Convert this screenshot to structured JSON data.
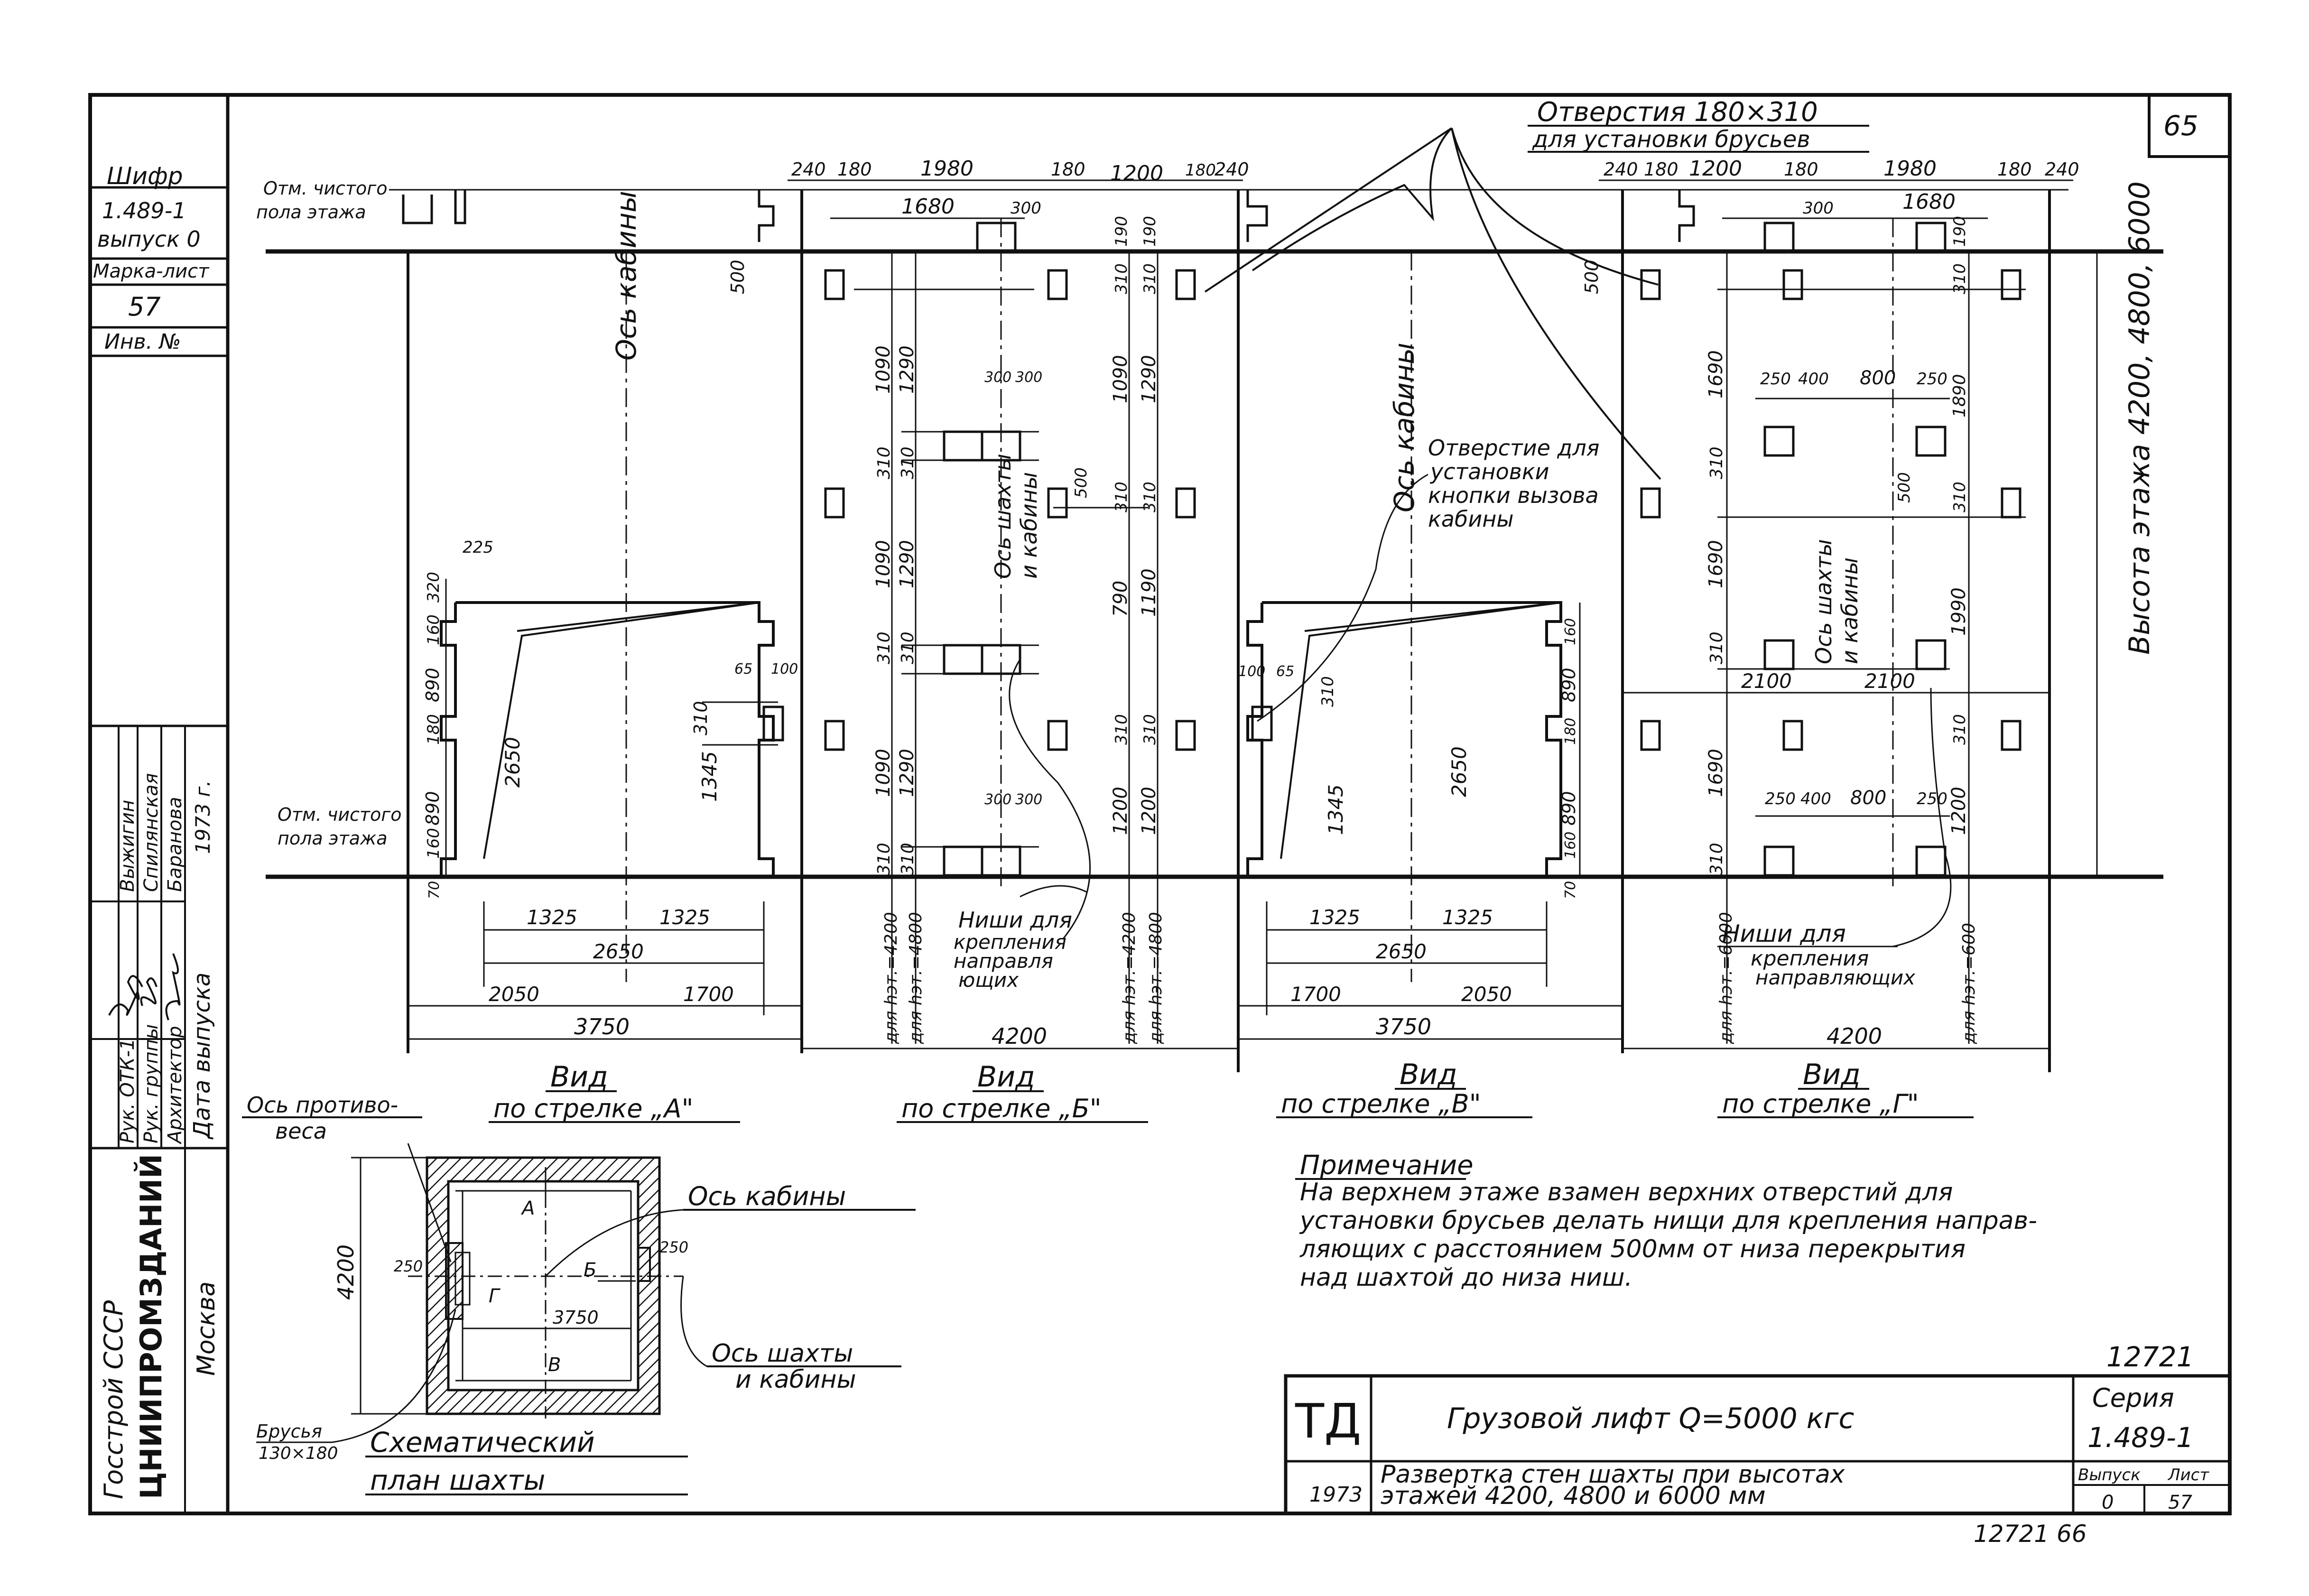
{
  "page_number": "65",
  "sidebar": {
    "code_label": "Шифр",
    "code": "1.489-1",
    "issue": "выпуск 0",
    "mark_sheet_label": "Марка-лист",
    "mark_sheet": "57",
    "inv_label": "Инв. №",
    "roles": [
      "Рук. ОТК-1",
      "Рук. группы",
      "Архитектор"
    ],
    "names": [
      "Выжигин",
      "Спилянская",
      "Баранова"
    ],
    "year": "1973 г.",
    "date_label": "Дата выпуска",
    "org_line1": "Госстрой СССР",
    "org_line2": "ЦНИИПРОМЗДАНИЙ",
    "org_city": "Москва"
  },
  "top_labels": {
    "holes_title": "Отверстия 180×310",
    "holes_sub": "для установки брусьев",
    "floor_mark_top": [
      "Отм. чистого",
      "пола этажа"
    ],
    "floor_mark_bottom": [
      "Отм. чистого",
      "пола этажа"
    ]
  },
  "top_dims": {
    "left": [
      "240",
      "180",
      "1980",
      "180",
      "1200",
      "180",
      "240"
    ],
    "left_sub": [
      "1680",
      "300"
    ],
    "right": [
      "240",
      "180",
      "1200",
      "180",
      "1980",
      "180",
      "240"
    ],
    "right_sub": [
      "300",
      "1680"
    ]
  },
  "view_a": {
    "axis_label": "Ось кабины",
    "vert_dims": [
      "320",
      "160",
      "890",
      "180",
      "890",
      "160",
      "70"
    ],
    "dims_inner": [
      "225",
      "2650",
      "1345",
      "310",
      "65",
      "100"
    ],
    "dim_500": "500",
    "bottom_dims": [
      "1325",
      "1325",
      "2650",
      "2050",
      "1700",
      "3750"
    ],
    "title": "Вид",
    "subtitle": "по стрелке „А\""
  },
  "view_b": {
    "vert_left": [
      "1090",
      "310",
      "1090",
      "310",
      "1090",
      "310"
    ],
    "vert_mid": [
      "1290",
      "310",
      "1290",
      "310",
      "1290",
      "310"
    ],
    "vert_right1": [
      "190",
      "310",
      "1090",
      "310",
      "790",
      "310",
      "1200"
    ],
    "vert_right2": [
      "190",
      "310",
      "1290",
      "310",
      "1190",
      "310",
      "1200"
    ],
    "niche_dims": [
      "300",
      "300",
      "300",
      "300"
    ],
    "dim_500": "500",
    "axis_label": [
      "Ось шахты",
      "и кабины"
    ],
    "niche_label": [
      "Ниши для",
      "крепления",
      "направля",
      "ющих"
    ],
    "h_labels": [
      "для hэт.=4200",
      "для hэт.=4800",
      "для hэт.=4200",
      "для hэт.=4800"
    ],
    "bottom_dim": "4200",
    "title": "Вид",
    "subtitle": "по стрелке „Б\""
  },
  "view_v": {
    "axis_label": "Ось кабины",
    "button_hole": [
      "Отверстие для",
      "установки",
      "кнопки вызова",
      "кабины"
    ],
    "vert_dims": [
      "160",
      "890",
      "180",
      "890",
      "160",
      "70"
    ],
    "dims_inner": [
      "100",
      "65",
      "310",
      "1345",
      "2650"
    ],
    "dim_500": "500",
    "bottom_dims": [
      "1325",
      "1325",
      "2650",
      "1700",
      "2050",
      "3750"
    ],
    "title": "Вид",
    "subtitle": "по стрелке „В\""
  },
  "view_g": {
    "vert_left": [
      "1690",
      "310",
      "1690",
      "310",
      "1690",
      "310"
    ],
    "vert_right": [
      "190",
      "310",
      "1890",
      "310",
      "1990",
      "310",
      "1200"
    ],
    "row_dims": [
      "250",
      "400",
      "800",
      "250"
    ],
    "row_dims2": [
      "250",
      "400",
      "800",
      "250"
    ],
    "dim_500": "500",
    "dim_2100": [
      "2100",
      "2100"
    ],
    "axis_label": [
      "Ось шахты",
      "и кабины"
    ],
    "niche_label": [
      "Ниши для",
      "крепления",
      "направляющих"
    ],
    "h_labels": [
      "для hэт.=6000",
      "для hэт.=600"
    ],
    "floor_height": "Высота этажа 4200, 4800, 6000",
    "bottom_dim": "4200",
    "title": "Вид",
    "subtitle": "по стрелке „Г\""
  },
  "plan": {
    "counterweight_axis": [
      "Ось противо-",
      "веса"
    ],
    "cabin_axis": "Ось кабины",
    "shaft_axis": [
      "Ось шахты",
      "и кабины"
    ],
    "beams": [
      "Брусья",
      "130×180"
    ],
    "dim_4200": "4200",
    "dim_3750": "3750",
    "dim_250": [
      "250",
      "250"
    ],
    "letters": [
      "А",
      "Б",
      "В",
      "Г"
    ],
    "title": "Схематический",
    "subtitle": "план шахты"
  },
  "note": {
    "title": "Примечание",
    "lines": [
      "На верхнем этаже взамен верхних отверстий для",
      "установки брусьев делать нищи для крепления направ-",
      "ляющих с расстоянием 500мм от низа перекрытия",
      "над шахтой до низа ниш."
    ]
  },
  "stamp": {
    "doc_no": "12721",
    "td": "ТД",
    "year": "1973",
    "title": "Грузовой лифт Q=5000 кгс",
    "subtitle_lines": [
      "Развертка стен шахты при высотах",
      "этажей 4200, 4800 и 6000 мм"
    ],
    "series_label": "Серия",
    "series": "1.489-1",
    "issue_label": "Выпуск",
    "issue": "0",
    "sheet_label": "Лист",
    "sheet": "57",
    "footer": "12721   66"
  }
}
